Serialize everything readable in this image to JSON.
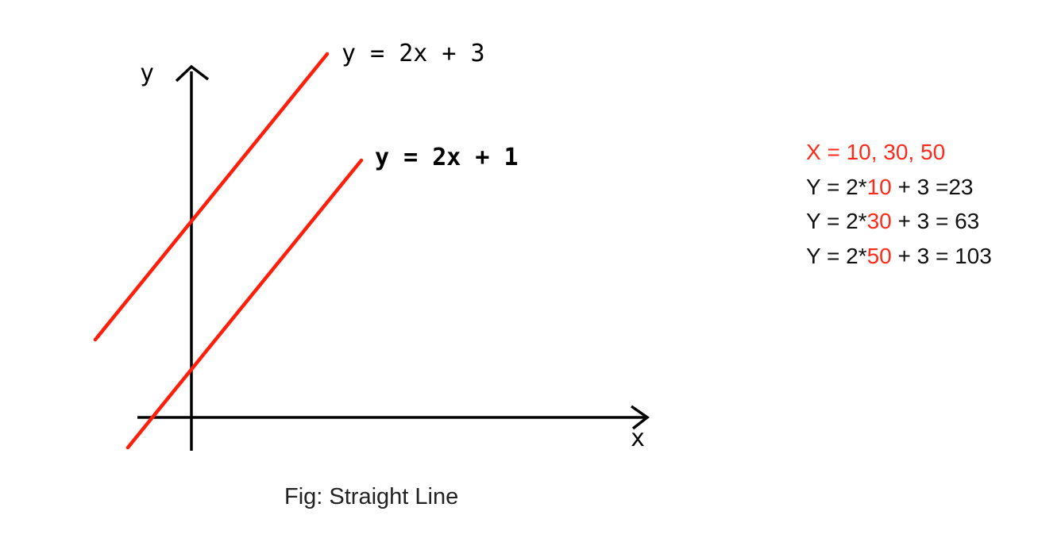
{
  "diagram": {
    "y_axis_label": "y",
    "x_axis_label": "x",
    "line_color": "#ff1e0a",
    "axis_color": "#000000",
    "lines": [
      {
        "equation": "y = 2x + 3",
        "slope": 2,
        "intercept": 3
      },
      {
        "equation": "y = 2x + 1",
        "slope": 2,
        "intercept": 1
      }
    ],
    "caption": "Fig: Straight Line"
  },
  "calculation": {
    "x_values_line": "X = 10, 30, 50",
    "rows": [
      {
        "prefix": "Y = 2*",
        "x": "10",
        "suffix": " + 3 =23"
      },
      {
        "prefix": "Y = 2*",
        "x": "30",
        "suffix": " + 3 = 63"
      },
      {
        "prefix": "Y = 2*",
        "x": "50",
        "suffix": " + 3 = 103"
      }
    ],
    "highlight_color": "#ff2a1a"
  }
}
